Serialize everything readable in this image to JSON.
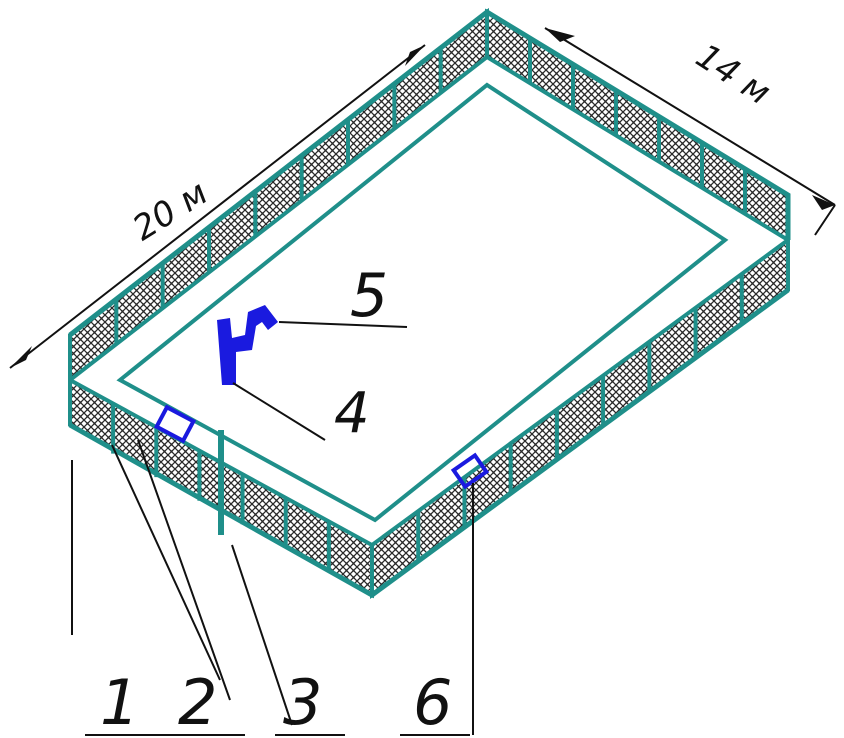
{
  "dimensions": {
    "length": "20 м",
    "width": "14 м"
  },
  "callouts": {
    "one": "1",
    "two": "2",
    "three": "3",
    "four": "4",
    "five": "5",
    "six": "6"
  },
  "colors": {
    "frame": "#1f8f8a",
    "mesh": "#2a2a2a",
    "equipment": "#1a1adf",
    "lines": "#111111"
  }
}
